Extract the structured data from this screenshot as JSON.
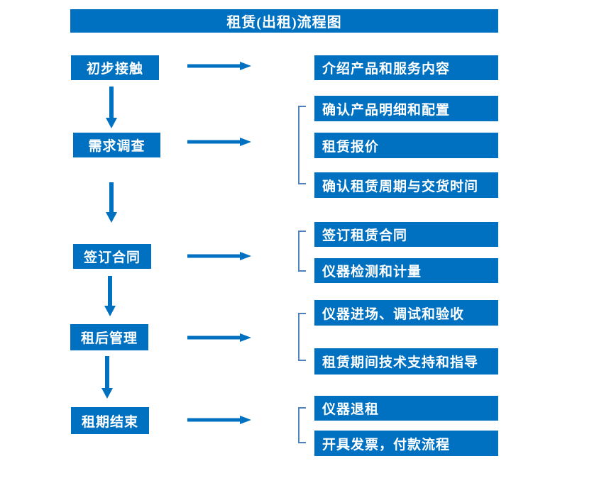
{
  "title": "租赁(出租)流程图",
  "colors": {
    "primary": "#0070C0",
    "connector": "#4F81BD",
    "text": "#FFFFFF",
    "background": "#FFFFFF"
  },
  "flow": {
    "steps": [
      {
        "label": "初步接触",
        "details": [
          "介绍产品和服务内容"
        ]
      },
      {
        "label": "需求调查",
        "details": [
          "确认产品明细和配置",
          "租赁报价",
          "确认租赁周期与交货时间"
        ]
      },
      {
        "label": "签订合同",
        "details": [
          "签订租赁合同",
          "仪器检测和计量"
        ]
      },
      {
        "label": "租后管理",
        "details": [
          "仪器进场、调试和验收",
          "租赁期间技术支持和指导"
        ]
      },
      {
        "label": "租期结束",
        "details": [
          "仪器退租",
          "开具发票，付款流程"
        ]
      }
    ]
  }
}
